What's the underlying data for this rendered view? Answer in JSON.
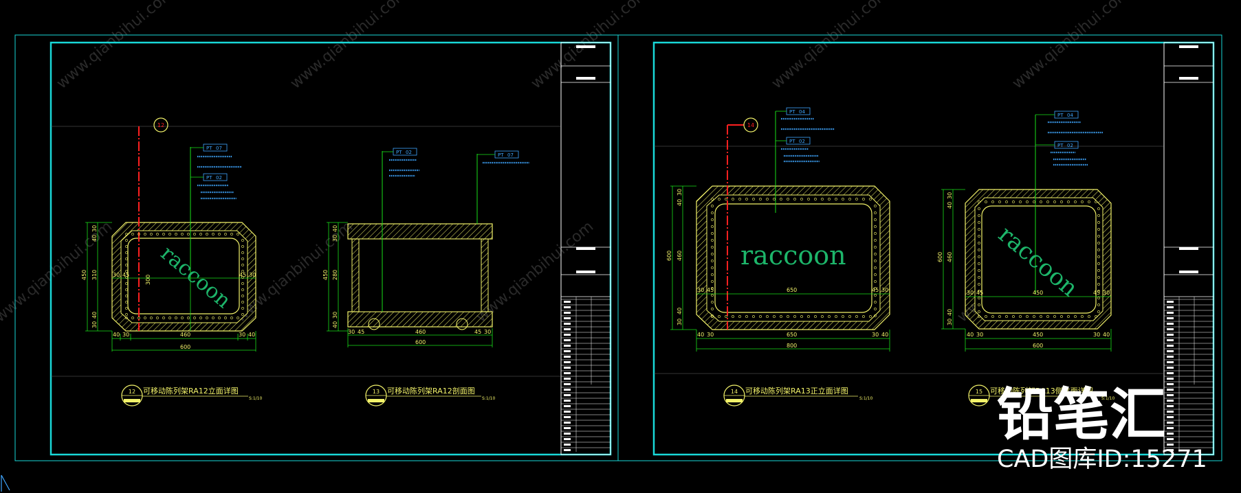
{
  "drawings": [
    {
      "number": "12",
      "title": "可移动陈列架RA12立面详图",
      "scale": "S:1/10",
      "section_marker": "12",
      "materials": [
        {
          "code": "PT",
          "num": "07"
        },
        {
          "code": "PT",
          "num": "02"
        }
      ],
      "dims_h": [
        "40",
        "30",
        "460",
        "30",
        "40",
        "600"
      ],
      "dims_v": [
        "30",
        "40",
        "310",
        "40",
        "30",
        "450"
      ],
      "dims_inner": [
        "30",
        "45",
        "300",
        "45",
        "30"
      ],
      "watermark": "raccoon"
    },
    {
      "number": "13",
      "title": "可移动陈列架RA12剖面图",
      "scale": "S:1/10",
      "materials": [
        {
          "code": "PT",
          "num": "02"
        },
        {
          "code": "PT",
          "num": "07"
        }
      ],
      "dims_h": [
        "30",
        "45",
        "460",
        "45",
        "30",
        "600"
      ],
      "dims_v": [
        "40",
        "30",
        "280",
        "30",
        "40",
        "450"
      ]
    },
    {
      "number": "14",
      "title": "可移动陈列架RA13正立面详图",
      "scale": "S:1/10",
      "section_marker": "14",
      "materials": [
        {
          "code": "PT",
          "num": "04"
        },
        {
          "code": "PT",
          "num": "02"
        }
      ],
      "dims_h": [
        "40",
        "30",
        "650",
        "30",
        "40",
        "800"
      ],
      "dims_v": [
        "30",
        "40",
        "460",
        "40",
        "30",
        "600"
      ],
      "dims_inner": [
        "30",
        "45",
        "650",
        "45",
        "30"
      ],
      "watermark": "raccoon"
    },
    {
      "number": "15",
      "title": "可移动陈列架RA13侧立面详图",
      "scale": "S:1/10",
      "materials": [
        {
          "code": "PT",
          "num": "04"
        },
        {
          "code": "PT",
          "num": "02"
        }
      ],
      "dims_h": [
        "40",
        "30",
        "450",
        "30",
        "40",
        "600"
      ],
      "dims_v": [
        "30",
        "40",
        "460",
        "40",
        "30",
        "600"
      ],
      "dims_inner": [
        "30",
        "45",
        "450",
        "45",
        "30"
      ],
      "watermark": "raccoon"
    }
  ],
  "brand": {
    "name": "铅笔汇",
    "id_label": "CAD图库ID:15271"
  },
  "watermark_site": "www.qianbihui.com",
  "colors": {
    "frame": "#19d8d8",
    "yellow": "#f3f36a",
    "green": "#19e019",
    "blue": "#3fa6ff",
    "red": "#ff2020",
    "white": "#ffffff"
  }
}
